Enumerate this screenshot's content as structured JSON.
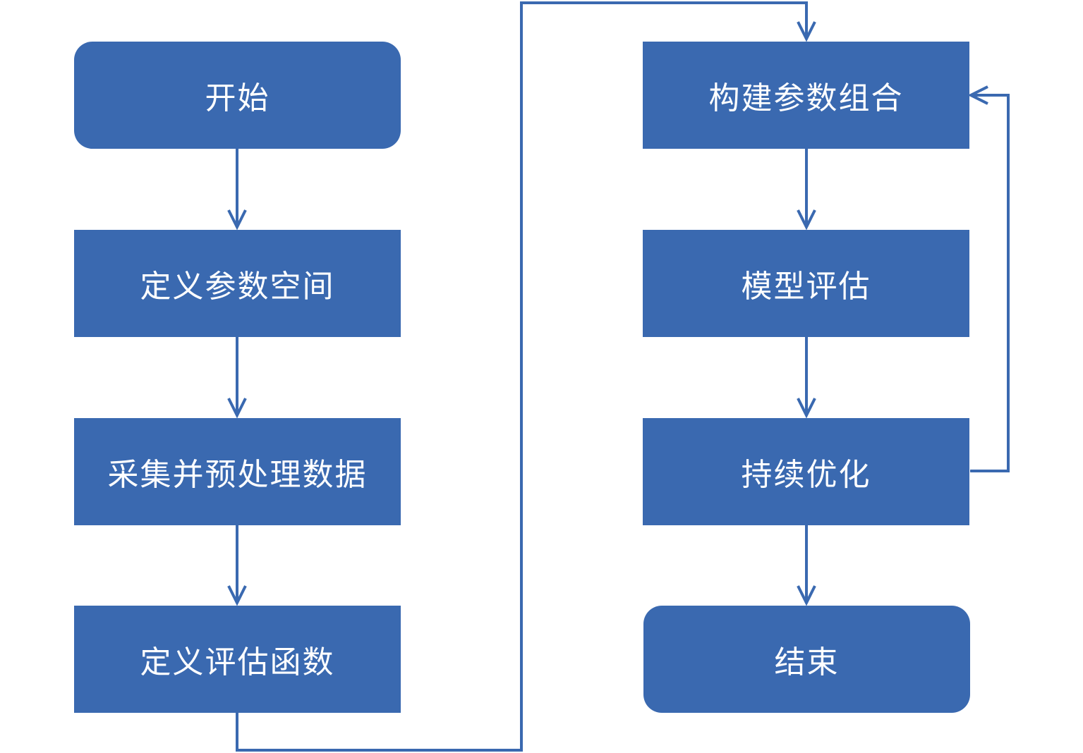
{
  "colors": {
    "node_fill": "#3a69b0",
    "connector": "#3a69b0",
    "node_text": "#ffffff",
    "background": "#ffffff"
  },
  "nodes": {
    "start": "开始",
    "define_space": "定义参数空间",
    "collect_data": "采集并预处理数据",
    "define_eval_fn": "定义评估函数",
    "build_combo": "构建参数组合",
    "model_eval": "模型评估",
    "optimize": "持续优化",
    "end": "结束"
  }
}
